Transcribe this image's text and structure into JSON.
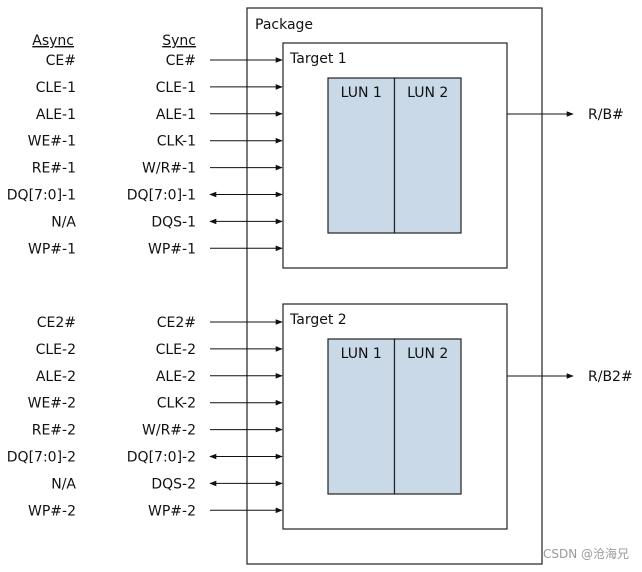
{
  "headers": {
    "async": "Async",
    "sync": "Sync"
  },
  "package_label": "Package",
  "targets": [
    {
      "label": "Target 1",
      "luns": [
        "LUN 1",
        "LUN 2"
      ],
      "output": "R/B#",
      "signals": [
        {
          "async": "CE#",
          "sync": "CE#",
          "dir": "in"
        },
        {
          "async": "CLE-1",
          "sync": "CLE-1",
          "dir": "in"
        },
        {
          "async": "ALE-1",
          "sync": "ALE-1",
          "dir": "in"
        },
        {
          "async": "WE#-1",
          "sync": "CLK-1",
          "dir": "in"
        },
        {
          "async": "RE#-1",
          "sync": "W/R#-1",
          "dir": "in"
        },
        {
          "async": "DQ[7:0]-1",
          "sync": "DQ[7:0]-1",
          "dir": "bi"
        },
        {
          "async": "N/A",
          "sync": "DQS-1",
          "dir": "bi"
        },
        {
          "async": "WP#-1",
          "sync": "WP#-1",
          "dir": "in"
        }
      ]
    },
    {
      "label": "Target 2",
      "luns": [
        "LUN 1",
        "LUN 2"
      ],
      "output": "R/B2#",
      "signals": [
        {
          "async": "CE2#",
          "sync": "CE2#",
          "dir": "in"
        },
        {
          "async": "CLE-2",
          "sync": "CLE-2",
          "dir": "in"
        },
        {
          "async": "ALE-2",
          "sync": "ALE-2",
          "dir": "in"
        },
        {
          "async": "WE#-2",
          "sync": "CLK-2",
          "dir": "in"
        },
        {
          "async": "RE#-2",
          "sync": "W/R#-2",
          "dir": "in"
        },
        {
          "async": "DQ[7:0]-2",
          "sync": "DQ[7:0]-2",
          "dir": "bi"
        },
        {
          "async": "N/A",
          "sync": "DQS-2",
          "dir": "bi"
        },
        {
          "async": "WP#-2",
          "sync": "WP#-2",
          "dir": "in"
        }
      ]
    }
  ],
  "watermark": "CSDN @沧海兄"
}
